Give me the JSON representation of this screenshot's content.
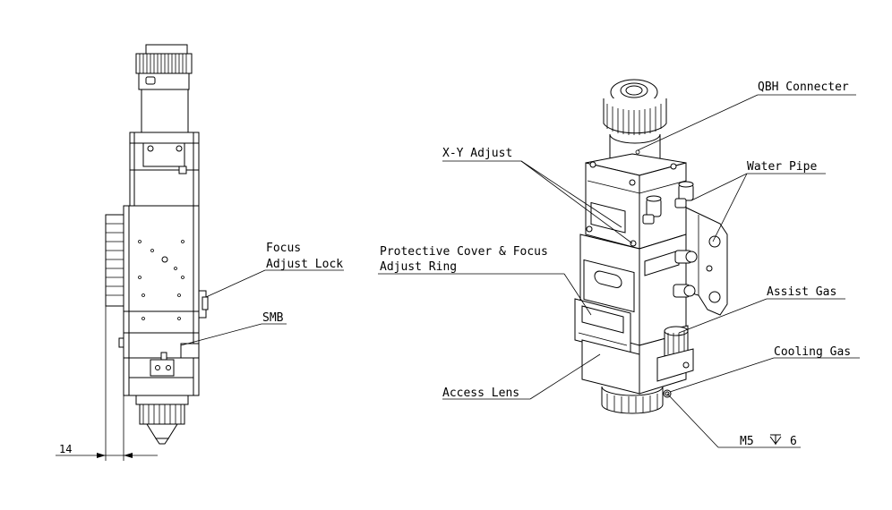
{
  "labels": {
    "focus_adjust_lock_1": "Focus",
    "focus_adjust_lock_2": "Adjust Lock",
    "smb": "SMB",
    "dim_14": "14",
    "qbh_connecter": "QBH Connecter",
    "xy_adjust": "X-Y Adjust",
    "water_pipe": "Water Pipe",
    "protective_cover_1": "Protective Cover & Focus",
    "protective_cover_2": "Adjust Ring",
    "assist_gas": "Assist Gas",
    "cooling_gas": "Cooling Gas",
    "access_lens": "Access Lens",
    "m5_thread": "M5",
    "m5_depth": "6"
  },
  "colors": {
    "line": "#000000",
    "background": "#ffffff"
  }
}
